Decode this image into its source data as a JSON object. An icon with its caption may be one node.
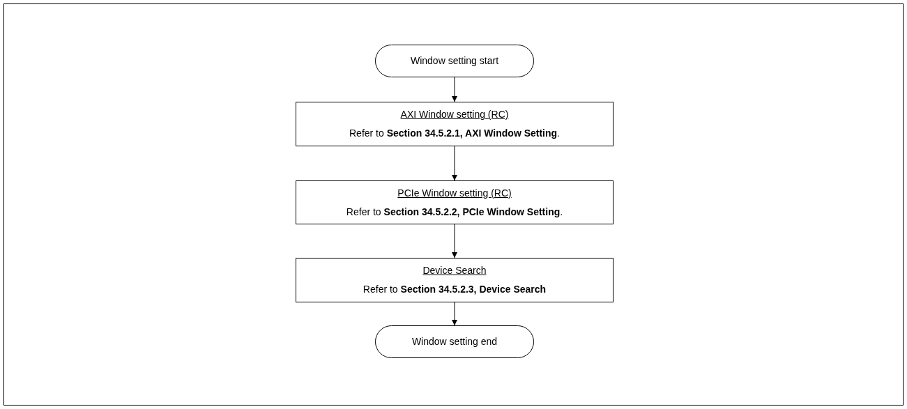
{
  "diagram": {
    "nodes": [
      {
        "text": [
          "Window setting start"
        ]
      },
      {
        "text": [
          "AXI Window setting (RC)",
          "Refer to **Section 34.5.2.1, AXI Window Setting**."
        ]
      },
      {
        "text": [
          "PCIe Window setting (RC)",
          "Refer to **Section 34.5.2.2, PCIe Window Setting**."
        ]
      },
      {
        "text": [
          "Device Search",
          "Refer to **Section 34.5.2.3, Device Search**"
        ]
      },
      {
        "text": [
          "Window setting end"
        ]
      }
    ],
    "edges": [
      {
        "from": 0,
        "to": 1,
        "arrow": "to"
      },
      {
        "from": 1,
        "to": 2,
        "arrow": "to"
      },
      {
        "from": 2,
        "to": 3,
        "arrow": "to"
      },
      {
        "from": 3,
        "to": 4,
        "arrow": "to"
      }
    ]
  }
}
